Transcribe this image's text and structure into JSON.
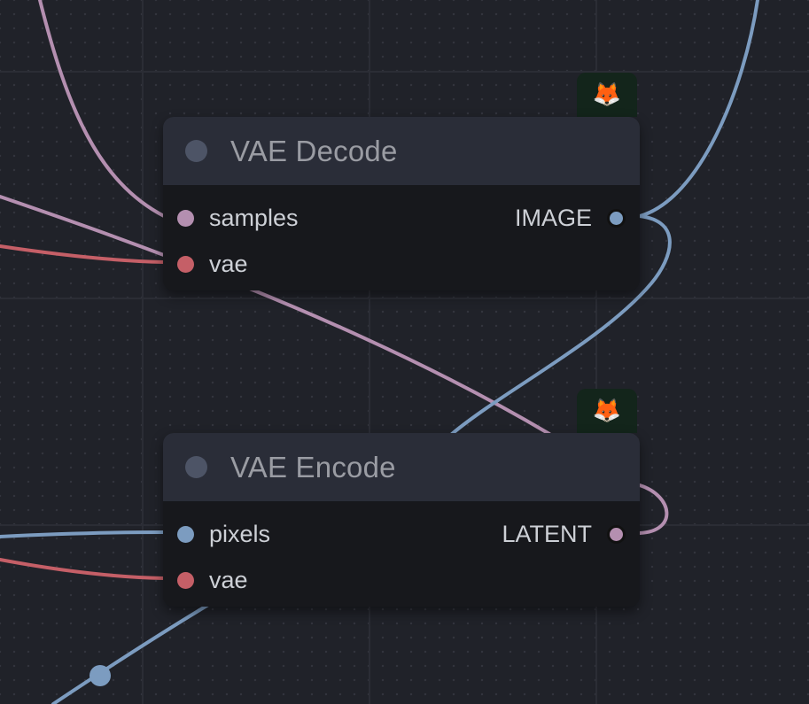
{
  "colors": {
    "latent_wire": "#b48fb0",
    "vae_wire": "#c55f67",
    "image_wire": "#7c9cc0"
  },
  "nodes": [
    {
      "title": "VAE Decode",
      "badge": "🦊",
      "inputs": [
        {
          "label": "samples",
          "type": "LATENT",
          "color": "#b48fb0"
        },
        {
          "label": "vae",
          "type": "VAE",
          "color": "#c55f67"
        }
      ],
      "output": {
        "label": "IMAGE",
        "color": "#7c9cc0"
      }
    },
    {
      "title": "VAE Encode",
      "badge": "🦊",
      "inputs": [
        {
          "label": "pixels",
          "type": "IMAGE",
          "color": "#7c9cc0"
        },
        {
          "label": "vae",
          "type": "VAE",
          "color": "#c55f67"
        }
      ],
      "output": {
        "label": "LATENT",
        "color": "#b48fb0"
      }
    }
  ]
}
